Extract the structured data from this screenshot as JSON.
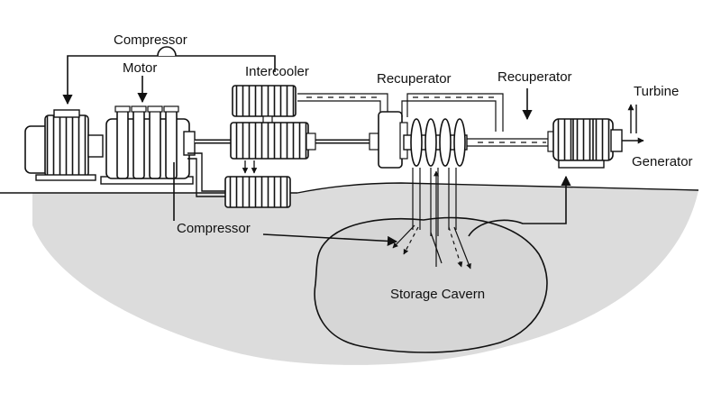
{
  "labels": {
    "compressor_top": "Compressor",
    "motor": "Motor",
    "intercooler": "Intercooler",
    "recuperator_left": "Recuperator",
    "recuperator_right": "Recuperator",
    "turbine": "Turbine",
    "generator": "Generator",
    "compressor_bottom": "Compressor",
    "storage_cavern": "Storage Cavern"
  },
  "colors": {
    "ground": "#dcdcdc",
    "stroke": "#111111",
    "fill": "#ffffff",
    "accent": "#9a9a9a"
  }
}
